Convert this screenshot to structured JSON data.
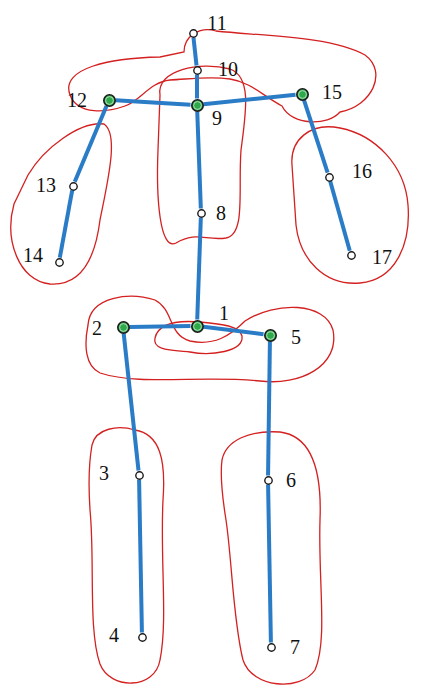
{
  "diagram": {
    "nodes": [
      {
        "text": [
          "1"
        ]
      },
      {
        "text": [
          "2"
        ]
      },
      {
        "text": [
          "3"
        ]
      },
      {
        "text": [
          "4"
        ]
      },
      {
        "text": [
          "5"
        ]
      },
      {
        "text": [
          "6"
        ]
      },
      {
        "text": [
          "7"
        ]
      },
      {
        "text": [
          "8"
        ]
      },
      {
        "text": [
          "9"
        ]
      },
      {
        "text": [
          "10"
        ]
      },
      {
        "text": [
          "11"
        ]
      },
      {
        "text": [
          "12"
        ]
      },
      {
        "text": [
          "13"
        ]
      },
      {
        "text": [
          "14"
        ]
      },
      {
        "text": [
          "15"
        ]
      },
      {
        "text": [
          "16"
        ]
      },
      {
        "text": [
          "17"
        ]
      }
    ],
    "edges": [
      {
        "from": 0,
        "to": 1,
        "arrow": "none"
      },
      {
        "from": 0,
        "to": 4,
        "arrow": "none"
      },
      {
        "from": 1,
        "to": 2,
        "arrow": "none"
      },
      {
        "from": 2,
        "to": 3,
        "arrow": "none"
      },
      {
        "from": 4,
        "to": 5,
        "arrow": "none"
      },
      {
        "from": 5,
        "to": 6,
        "arrow": "none"
      },
      {
        "from": 0,
        "to": 7,
        "arrow": "none"
      },
      {
        "from": 7,
        "to": 8,
        "arrow": "none"
      },
      {
        "from": 8,
        "to": 9,
        "arrow": "none"
      },
      {
        "from": 9,
        "to": 10,
        "arrow": "none"
      },
      {
        "from": 8,
        "to": 11,
        "arrow": "none"
      },
      {
        "from": 11,
        "to": 12,
        "arrow": "none"
      },
      {
        "from": 12,
        "to": 13,
        "arrow": "none"
      },
      {
        "from": 8,
        "to": 14,
        "arrow": "none"
      },
      {
        "from": 14,
        "to": 15,
        "arrow": "none"
      },
      {
        "from": 15,
        "to": 16,
        "arrow": "none"
      }
    ]
  }
}
